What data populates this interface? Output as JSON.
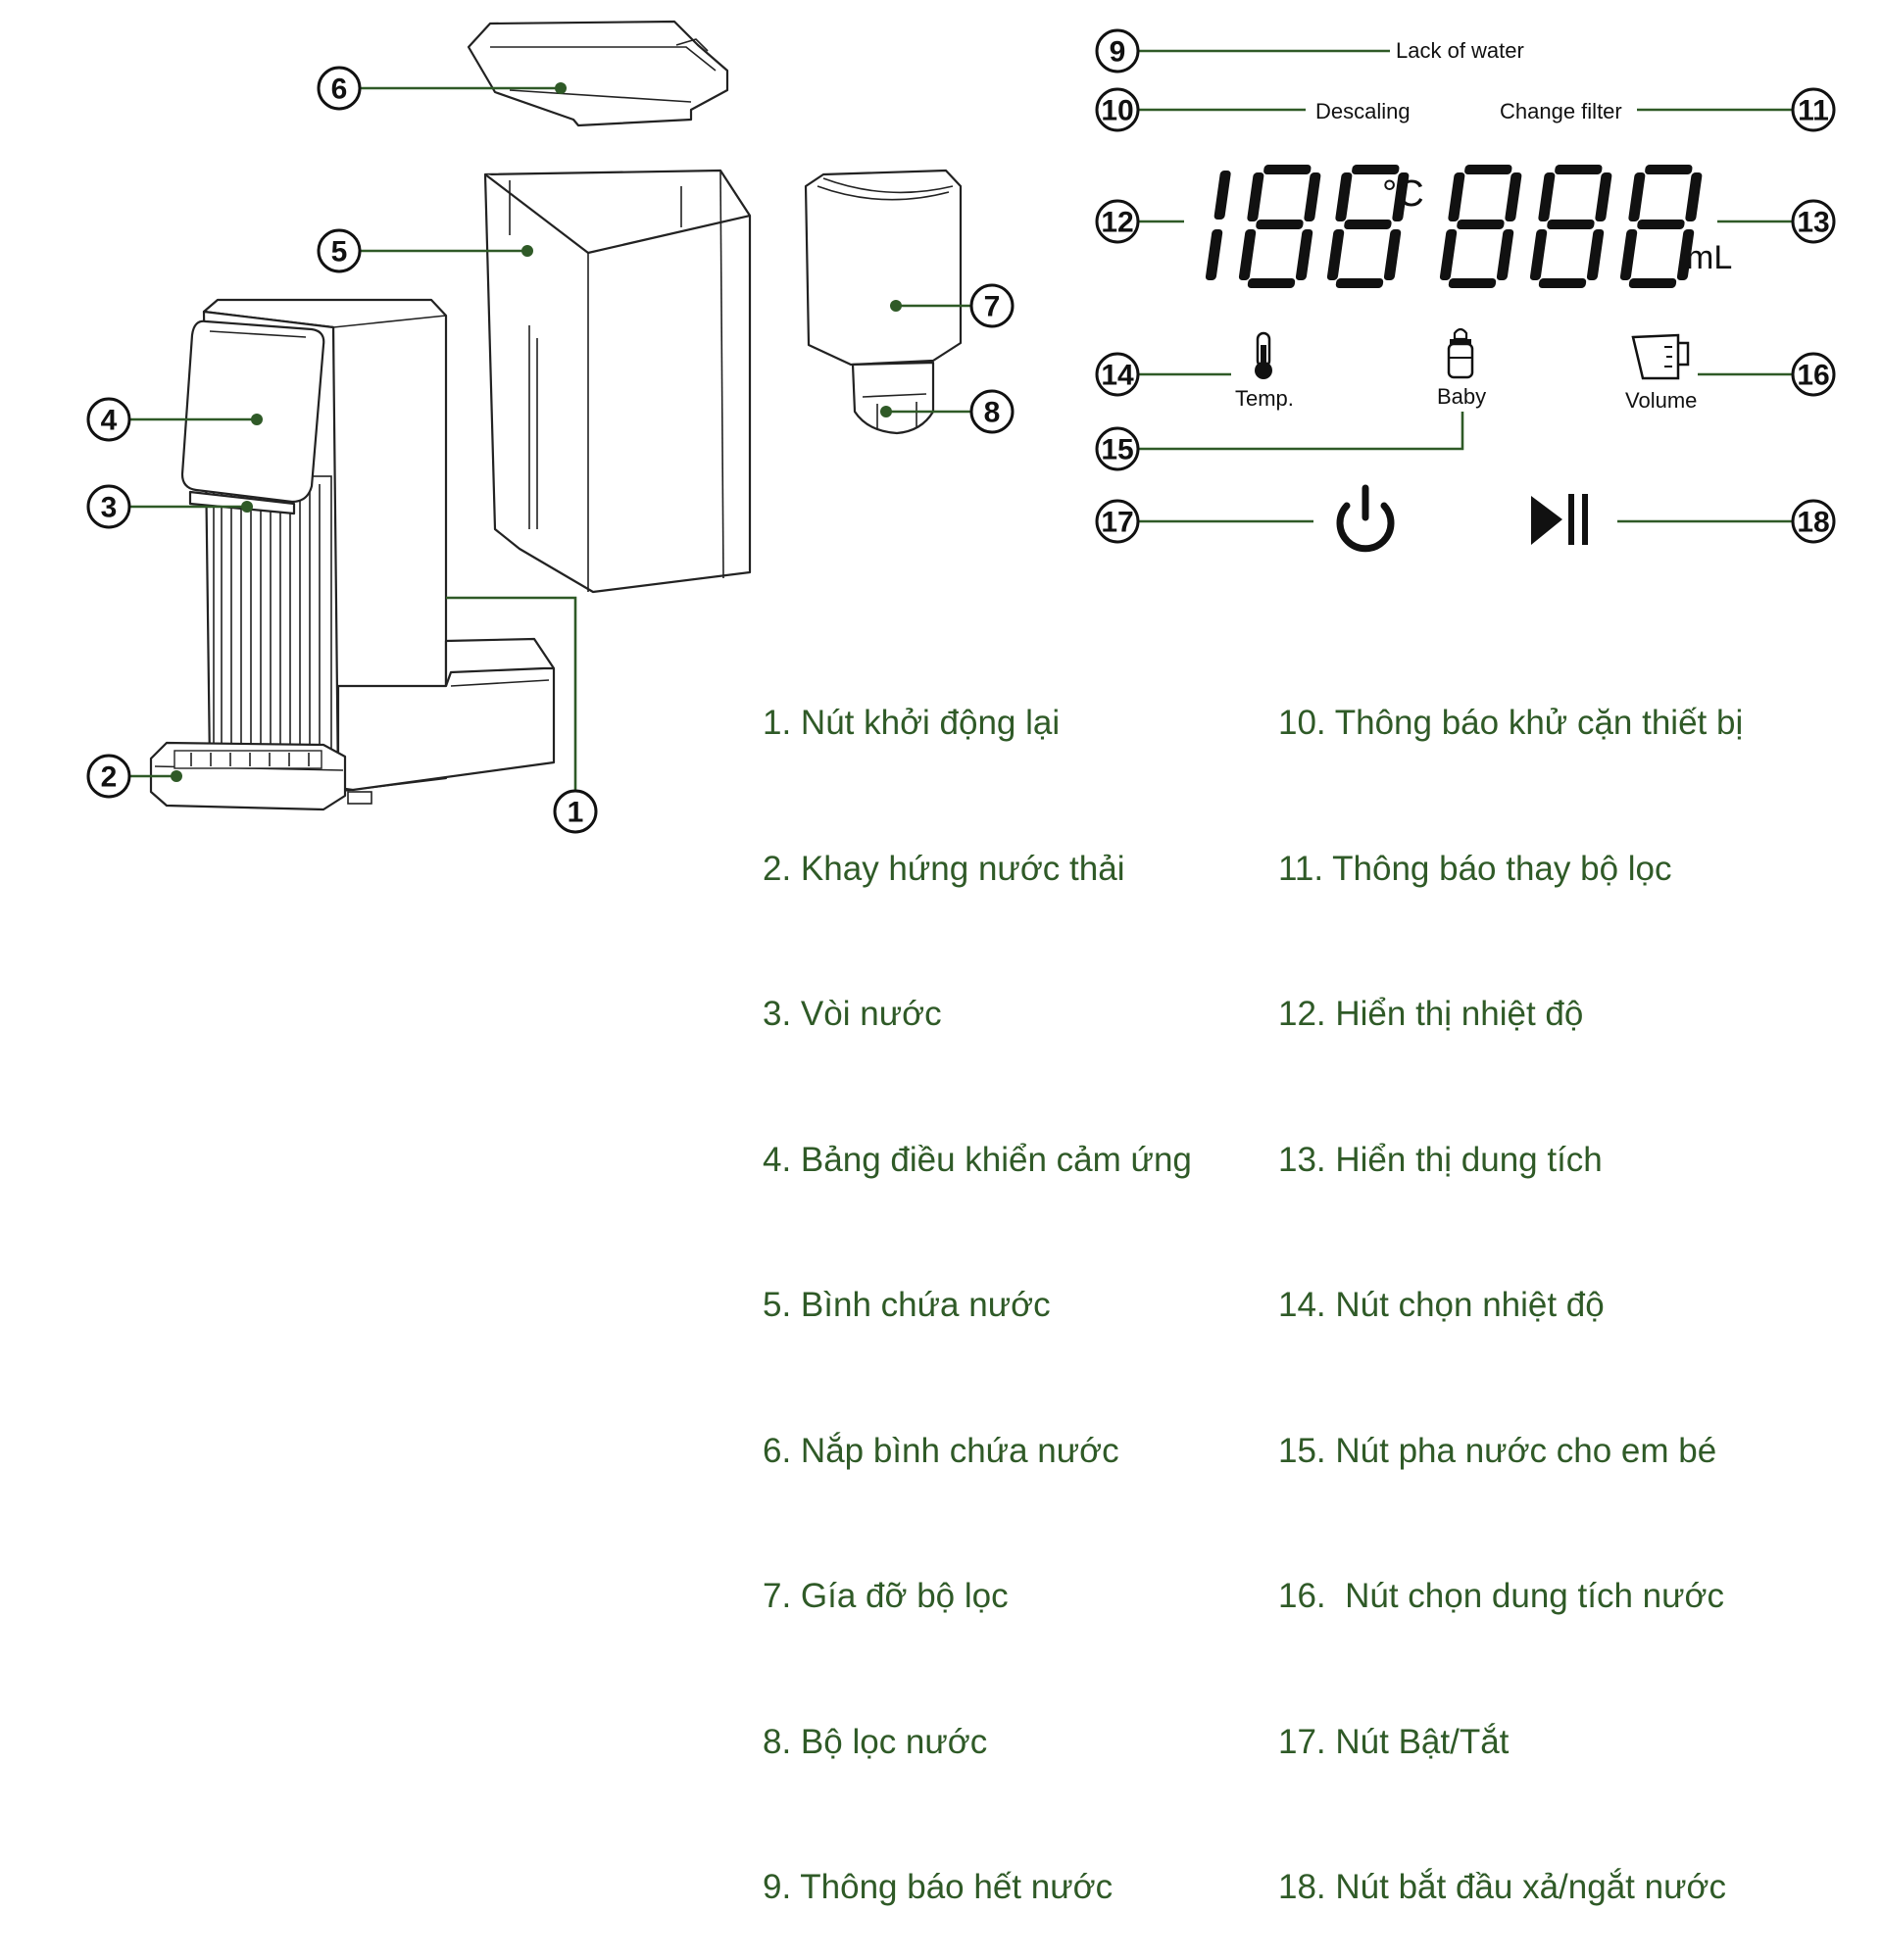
{
  "accent_color": "#2f5a27",
  "callouts": [
    "1",
    "2",
    "3",
    "4",
    "5",
    "6",
    "7",
    "8",
    "9",
    "10",
    "11",
    "12",
    "13",
    "14",
    "15",
    "16",
    "17",
    "18"
  ],
  "panel": {
    "lack_of_water": "Lack of water",
    "descaling": "Descaling",
    "change_filter": "Change filter",
    "temp_unit": "°C",
    "volume_unit": "mL",
    "temp_digits": "188",
    "volume_digits": "888",
    "temp_label": "Temp.",
    "baby_label": "Baby",
    "volume_label": "Volume"
  },
  "icons": [
    "thermometer-icon",
    "baby-bottle-icon",
    "measuring-cup-icon",
    "power-icon",
    "play-pause-icon"
  ],
  "legend_left": [
    "1. Nút khởi động lại",
    "2. Khay hứng nước thải",
    "3. Vòi nước",
    "4. Bảng điều khiển cảm ứng",
    "5. Bình chứa nước",
    "6. Nắp bình chứa nước",
    "7. Gía đỡ bộ lọc",
    "8. Bộ lọc nước",
    "9. Thông báo hết nước"
  ],
  "legend_right": [
    "10. Thông báo khử cặn thiết bị",
    "11. Thông báo thay bộ lọc",
    "12. Hiển thị nhiệt độ",
    "13. Hiển thị dung tích",
    "14. Nút chọn nhiệt độ",
    "15. Nút pha nước cho em bé",
    "16.  Nút chọn dung tích nước",
    "17. Nút Bật/Tắt",
    "18. Nút bắt đầu xả/ngắt nước"
  ]
}
